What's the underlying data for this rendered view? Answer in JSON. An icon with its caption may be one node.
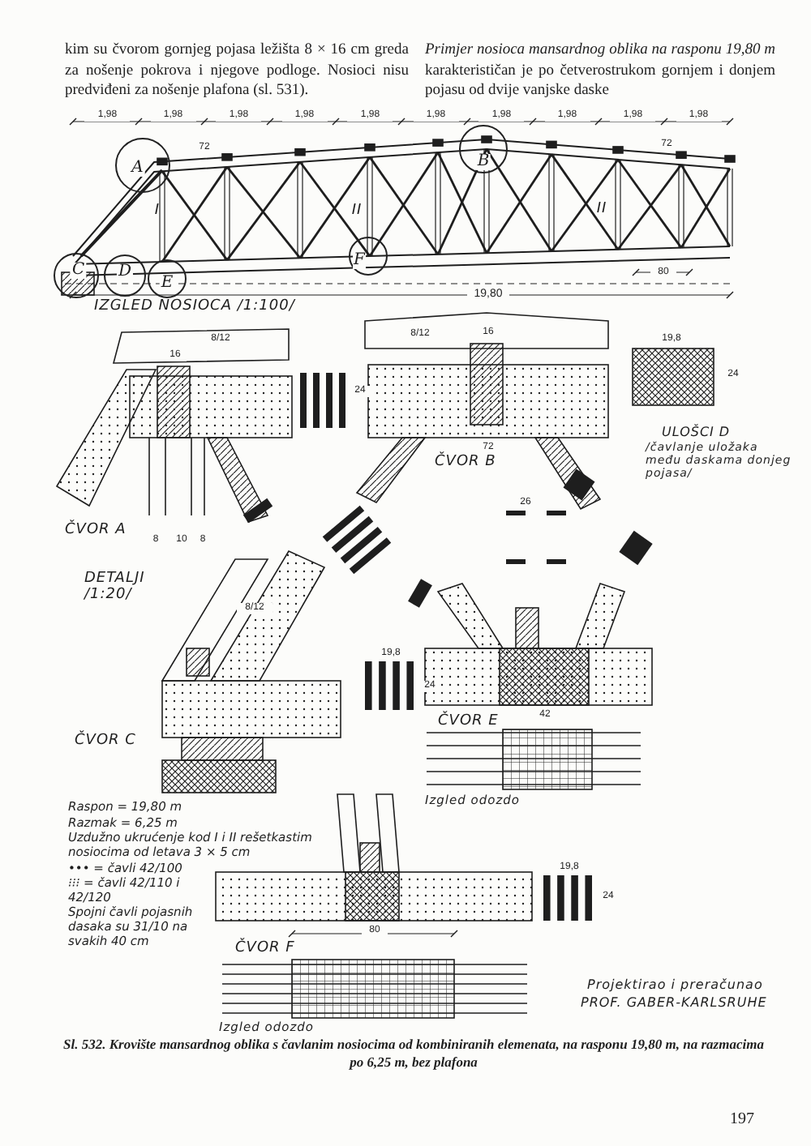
{
  "diagram": {
    "caption": "Sl. 532. Krovište mansardnog oblika s čavlanim nosiocima od kombiniranih elemenata, na rasponu 19,80 m, na razmacima po 6,25 m, bez plafona",
    "nodes": [
      {
        "text": [
          "A"
        ]
      },
      {
        "text": [
          "B"
        ]
      },
      {
        "text": [
          "C"
        ]
      },
      {
        "text": [
          "D"
        ]
      },
      {
        "text": [
          "E"
        ]
      },
      {
        "text": [
          "F"
        ]
      }
    ],
    "labels": [
      "kim su čvorom gornjeg pojasa ležišta 8 × 16 cm greda za nošenje pokrova i njegove podloge. Nosioci nisu predviđeni za nošenje plafona (sl. 531).",
      "*Primjer nosioca mansardnog oblika na rasponu 19,80 m* karakterističan je po četverostrukom gornjem i donjem pojasu od dvije vanjske daske",
      "1,98",
      "1,98",
      "1,98",
      "1,98",
      "1,98",
      "1,98",
      "1,98",
      "1,98",
      "1,98",
      "1,98",
      "72",
      "72",
      "I",
      "II",
      "II",
      "80",
      "19,80",
      "IZGLED NOSIOCA /1:100/",
      "8/12",
      "16",
      "24",
      "8/12",
      "16",
      "72",
      "19,8",
      "24",
      "ČVOR B",
      "ULOŠCI D",
      "/čavlanje uložaka među daskama donjeg pojasa/",
      "ČVOR A",
      "8",
      "10",
      "8",
      "DETALJI /1:20/",
      "26",
      "8/12",
      "ČVOR C",
      "24",
      "19,8",
      "ČVOR E",
      "42",
      "Izgled odozdo",
      "Raspon = 19,80 m",
      "Razmak = 6,25 m",
      "Uzdužno ukrućenje kod I i II rešetkastim nosiocima od letava 3 × 5 cm",
      "••• = čavli 42/100",
      "⁝⁝⁝ = čavli 42/110 i 42/120",
      "Spojni čavli pojasnih dasaka su 31/10 na svakih 40 cm",
      "80",
      "ČVOR F",
      "19,8",
      "24",
      "Izgled odozdo",
      "Projektirao i preračunao",
      "PROF. GABER-KARLSRUHE",
      "197"
    ]
  }
}
